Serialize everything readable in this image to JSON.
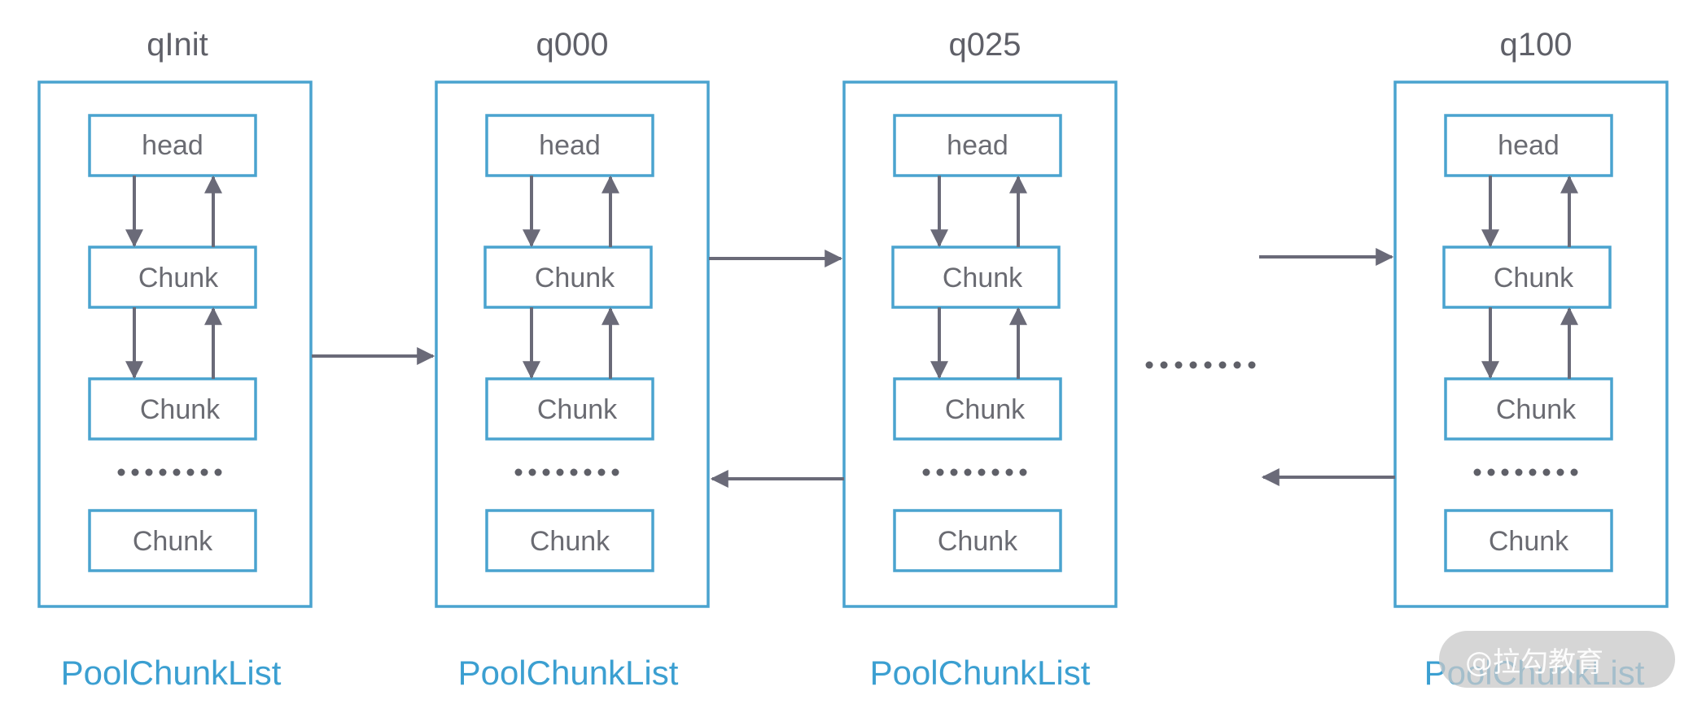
{
  "lists": [
    {
      "title": "qInit",
      "caption": "PoolChunkList",
      "nodes": [
        "head",
        "Chunk",
        "Chunk",
        "Chunk"
      ]
    },
    {
      "title": "q000",
      "caption": "PoolChunkList",
      "nodes": [
        "head",
        "Chunk",
        "Chunk",
        "Chunk"
      ]
    },
    {
      "title": "q025",
      "caption": "PoolChunkList",
      "nodes": [
        "head",
        "Chunk",
        "Chunk",
        "Chunk"
      ]
    },
    {
      "title": "q100",
      "caption": "PoolChunkList",
      "nodes": [
        "head",
        "Chunk",
        "Chunk",
        "Chunk"
      ]
    }
  ],
  "ellipsis": "······",
  "watermark": "@拉勾教育",
  "colors": {
    "box_border": "#4aa3cf",
    "caption": "#3b9fd1",
    "title": "#5f6068",
    "node_text": "#6a6b72",
    "arrow": "#6a6a78"
  }
}
